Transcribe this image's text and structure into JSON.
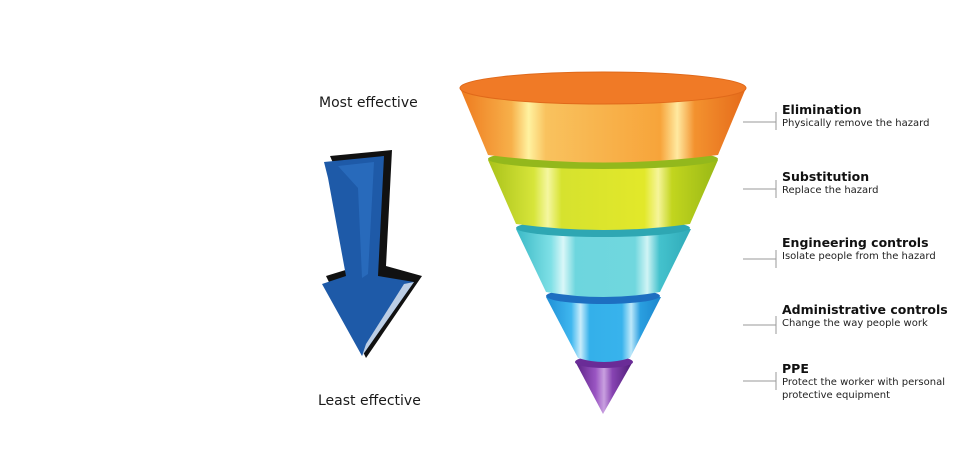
{
  "scale": {
    "top_label": "Most effective",
    "bottom_label": "Least effective"
  },
  "levels": [
    {
      "title": "Elimination",
      "description": "Physically remove the hazard",
      "color": "#f4812c"
    },
    {
      "title": "Substitution",
      "description": "Replace the hazard",
      "color": "#c9dc1f"
    },
    {
      "title": "Engineering controls",
      "description": "Isolate people from the hazard",
      "color": "#5ccfd8"
    },
    {
      "title": "Administrative controls",
      "description": "Change the way people work",
      "color": "#2fa8e4"
    },
    {
      "title": "PPE",
      "description": "Protect the worker with personal protective equipment",
      "color": "#7b3aa3"
    }
  ],
  "colors": {
    "arrow": "#1e5aa8",
    "arrow_shadow": "#111111",
    "connector": "#9a9a9a"
  }
}
